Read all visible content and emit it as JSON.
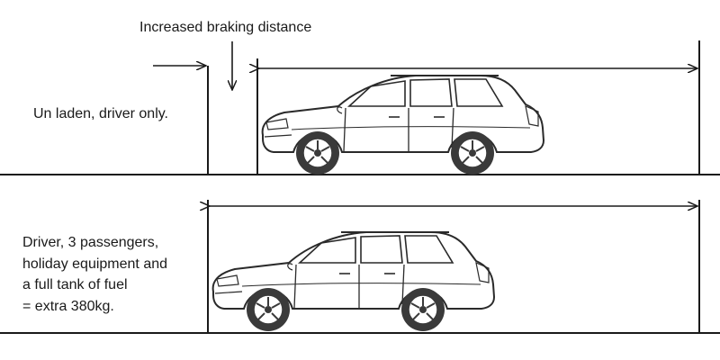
{
  "title": "Increased braking distance",
  "scenario_unladen": {
    "label": "Un laden, driver only."
  },
  "scenario_laden": {
    "lines": [
      "Driver, 3 passengers,",
      "holiday equipment and",
      "a full tank of fuel",
      "= extra 380kg."
    ]
  },
  "colors": {
    "line": "#1a1a1a",
    "car_body": "#ffffff",
    "car_outline": "#2a2a2a",
    "tyre": "#333333"
  }
}
